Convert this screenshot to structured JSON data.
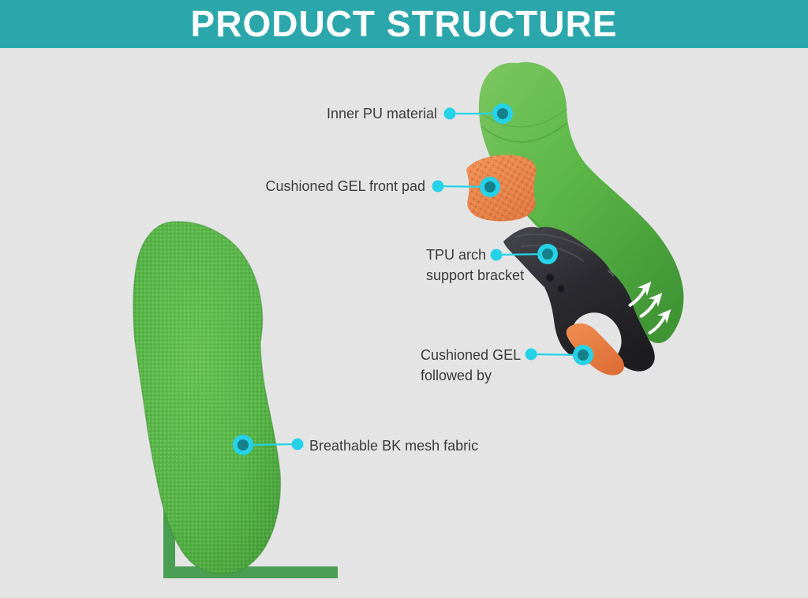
{
  "banner": {
    "title": "PRODUCT STRUCTURE"
  },
  "callouts": [
    {
      "name": "inner-pu-material",
      "lines": [
        "Inner PU material"
      ]
    },
    {
      "name": "cushioned-gel-front-pad",
      "lines": [
        "Cushioned GEL front pad"
      ]
    },
    {
      "name": "tpu-arch-support-bracket",
      "lines": [
        "TPU arch",
        "support bracket"
      ]
    },
    {
      "name": "cushioned-gel-heel",
      "lines": [
        "Cushioned GEL",
        "followed by"
      ]
    },
    {
      "name": "breathable-bk-mesh-fabric",
      "lines": [
        "Breathable BK mesh fabric"
      ]
    }
  ],
  "colors": {
    "banner_teal": "#2BA7AC",
    "background": "#E4E4E5",
    "label_text": "#3A3A3A",
    "callout_cyan": "#26D2E7",
    "callout_dot_inner": "#15808A",
    "insole_green": "#5CB848",
    "corner_bracket_green": "#4A9E53",
    "gel_orange": "#EA8450",
    "tpu_black": "#2A2A2E",
    "arrow_white": "#FFFFFF"
  }
}
